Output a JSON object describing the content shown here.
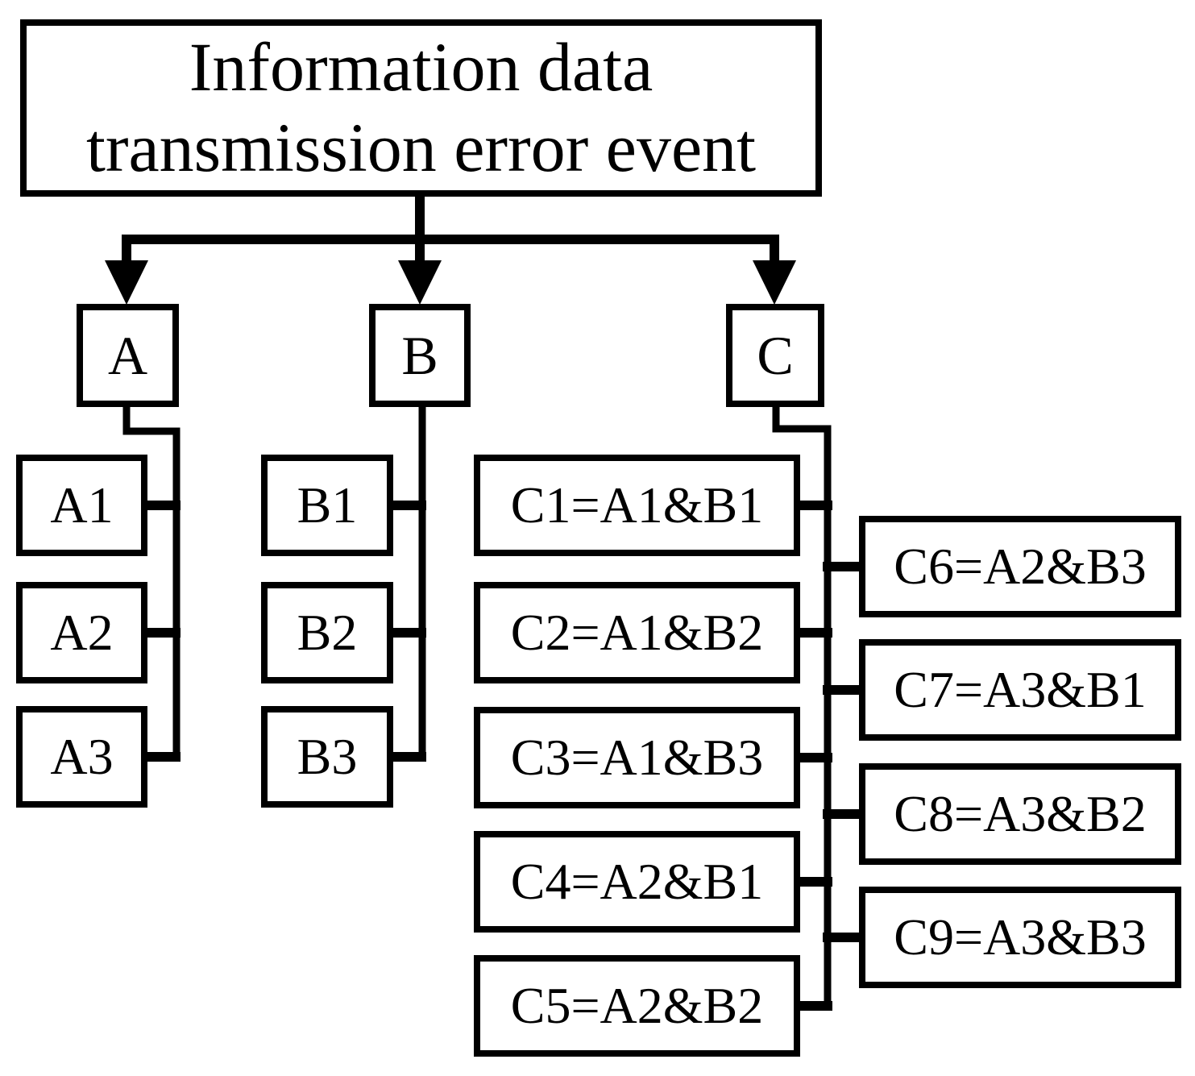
{
  "figure": {
    "root": {
      "line1": "Information data",
      "line2": "transmission error event"
    },
    "branches": {
      "a": {
        "label": "A",
        "children": [
          "A1",
          "A2",
          "A3"
        ]
      },
      "b": {
        "label": "B",
        "children": [
          "B1",
          "B2",
          "B3"
        ]
      },
      "c": {
        "label": "C",
        "children_left": [
          "C1=A1&B1",
          "C2=A1&B2",
          "C3=A1&B3",
          "C4=A2&B1",
          "C5=A2&B2"
        ],
        "children_right": [
          "C6=A2&B3",
          "C7=A3&B1",
          "C8=A3&B2",
          "C9=A3&B3"
        ]
      }
    },
    "colors": {
      "line": "#000000",
      "text": "#000000",
      "box_fill": "#ffffff",
      "background": "#ffffff"
    }
  }
}
